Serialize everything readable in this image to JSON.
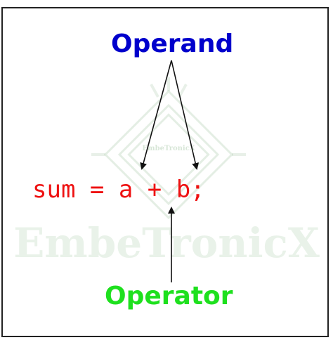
{
  "diagram": {
    "operand_label": "Operand",
    "operator_label": "Operator",
    "code": "sum = a + b;",
    "watermark_text": "EmbeTronicX",
    "colors": {
      "operand": "#0000cc",
      "operator": "#1ee01e",
      "code": "#ee1111",
      "arrow": "#111111",
      "border": "#222222"
    }
  }
}
